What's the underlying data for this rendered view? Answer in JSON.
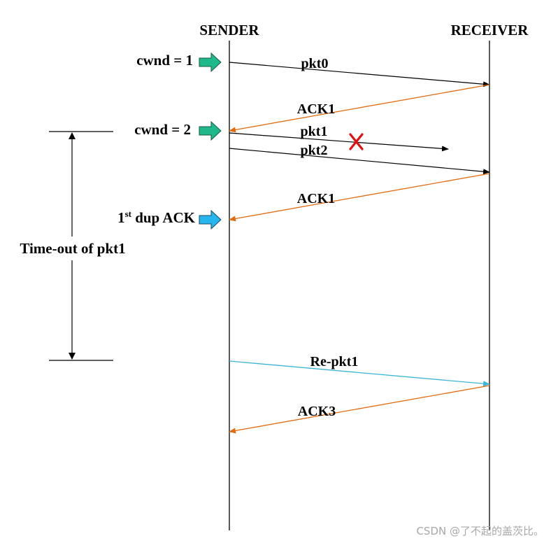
{
  "header": {
    "sender": "SENDER",
    "receiver": "RECEIVER"
  },
  "events": {
    "cwnd1": "cwnd = 1",
    "cwnd2": "cwnd = 2",
    "dup_ack_prefix": "1",
    "dup_ack_sup": "st",
    "dup_ack_suffix": " dup ACK"
  },
  "interval": {
    "label": "Time-out of pkt1"
  },
  "messages": {
    "pkt0": "pkt0",
    "ack1_first": "ACK1",
    "pkt1": "pkt1",
    "pkt2": "pkt2",
    "ack1_dup": "ACK1",
    "re_pkt1": "Re-pkt1",
    "ack3": "ACK3"
  },
  "colors": {
    "data_packet": "#000000",
    "ack": "#e06b10",
    "retransmit": "#3ab6d4",
    "lost_mark": "#e01010",
    "cwnd_arrow": "#1fb88a",
    "dup_ack_arrow": "#26b5ee"
  },
  "watermark": "CSDN @了不起的盖茨比。"
}
